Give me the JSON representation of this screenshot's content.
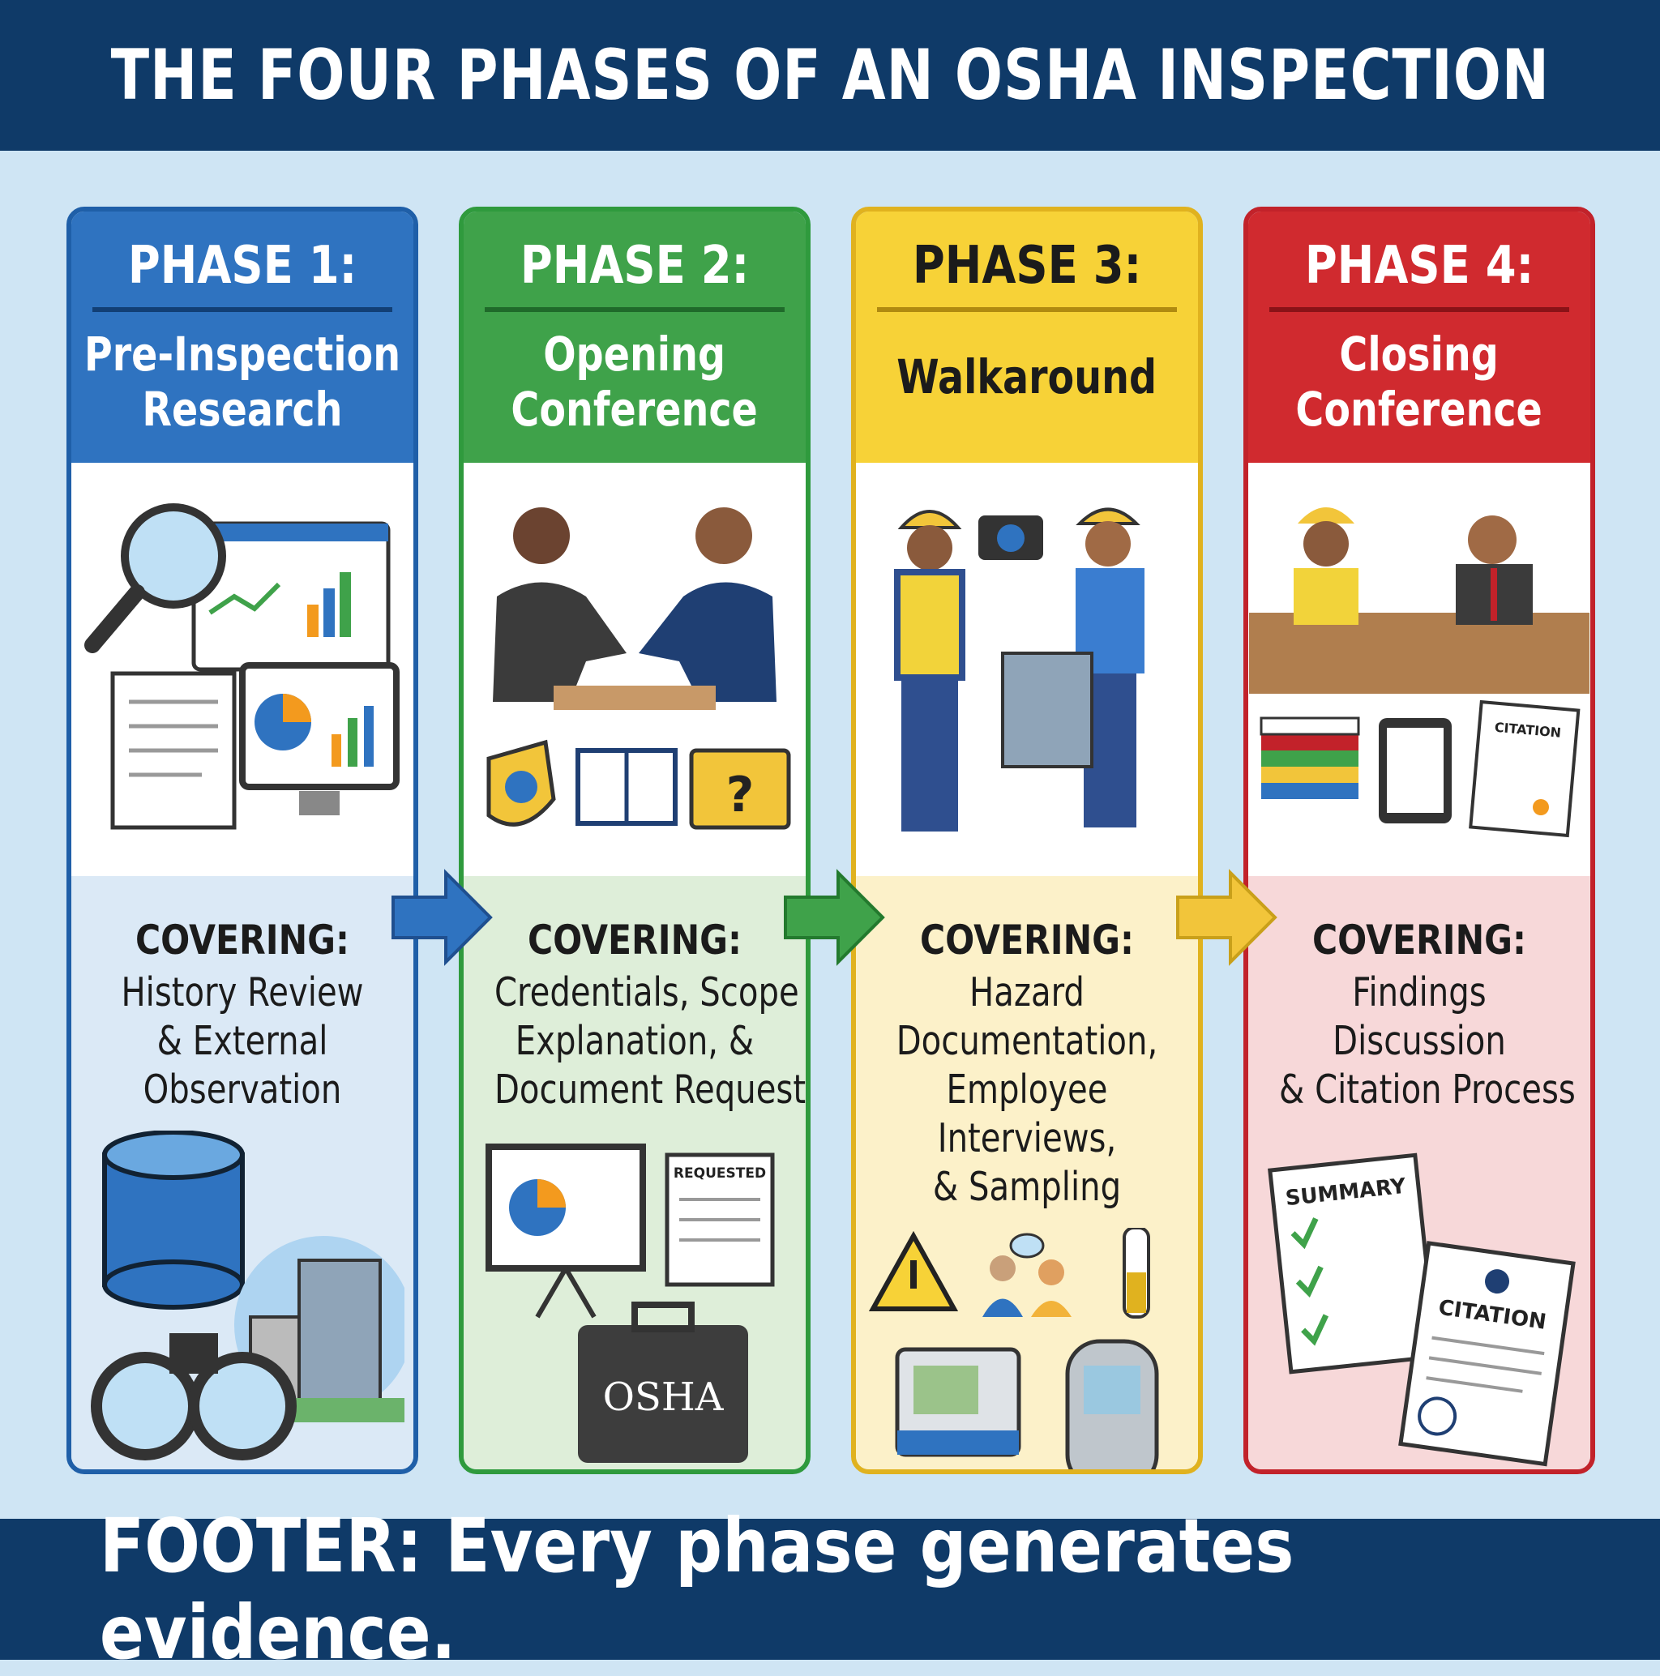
{
  "title": "THE FOUR PHASES OF AN OSHA INSPECTION",
  "footer": "FOOTER: Every phase generates evidence.",
  "colors": {
    "navy": "#0f3a68",
    "phase1": "#2f73c0",
    "phase2": "#3fa24a",
    "phase3": "#f7d237",
    "phase4": "#d02a2f"
  },
  "phases": [
    {
      "label": "PHASE 1:",
      "name_lines": [
        "Pre-Inspection",
        "Research"
      ],
      "covering": "COVERING:",
      "desc_lines": [
        "History Review",
        "& External",
        "Observation"
      ],
      "icons": [
        "magnifier-icon",
        "browser-chart-icon",
        "document-icon",
        "monitor-chart-icon",
        "database-icon",
        "building-icon",
        "binoculars-icon"
      ]
    },
    {
      "label": "PHASE 2:",
      "name_lines": [
        "Opening",
        "Conference"
      ],
      "covering": "COVERING:",
      "desc_lines": [
        "Credentials, Scope",
        "Explanation, &",
        "Document Requests"
      ],
      "icons": [
        "handshake-icon",
        "badge-icon",
        "book-icon",
        "folder-question-icon",
        "presentation-icon",
        "requested-document-icon",
        "briefcase-icon"
      ],
      "requested_label": "REQUESTED",
      "briefcase_label": "OSHA"
    },
    {
      "label": "PHASE 3:",
      "name_lines": [
        "Walkaround"
      ],
      "covering": "COVERING:",
      "desc_lines": [
        "Hazard",
        "Documentation,",
        "Employee",
        "Interviews,",
        "& Sampling"
      ],
      "icons": [
        "inspector-icon",
        "camera-icon",
        "worker-icon",
        "warning-icon",
        "interview-icon",
        "sample-tube-icon",
        "air-sampler-icon",
        "sound-meter-icon"
      ]
    },
    {
      "label": "PHASE 4:",
      "name_lines": [
        "Closing",
        "Conference"
      ],
      "covering": "COVERING:",
      "desc_lines": [
        "Findings",
        "Discussion",
        "& Citation Process"
      ],
      "icons": [
        "meeting-icon",
        "files-stack-icon",
        "tablet-icon",
        "citation-certificate-icon",
        "summary-checklist-icon",
        "citation-document-icon"
      ],
      "citation_label": "CITATION",
      "summary_label": "SUMMARY"
    }
  ]
}
